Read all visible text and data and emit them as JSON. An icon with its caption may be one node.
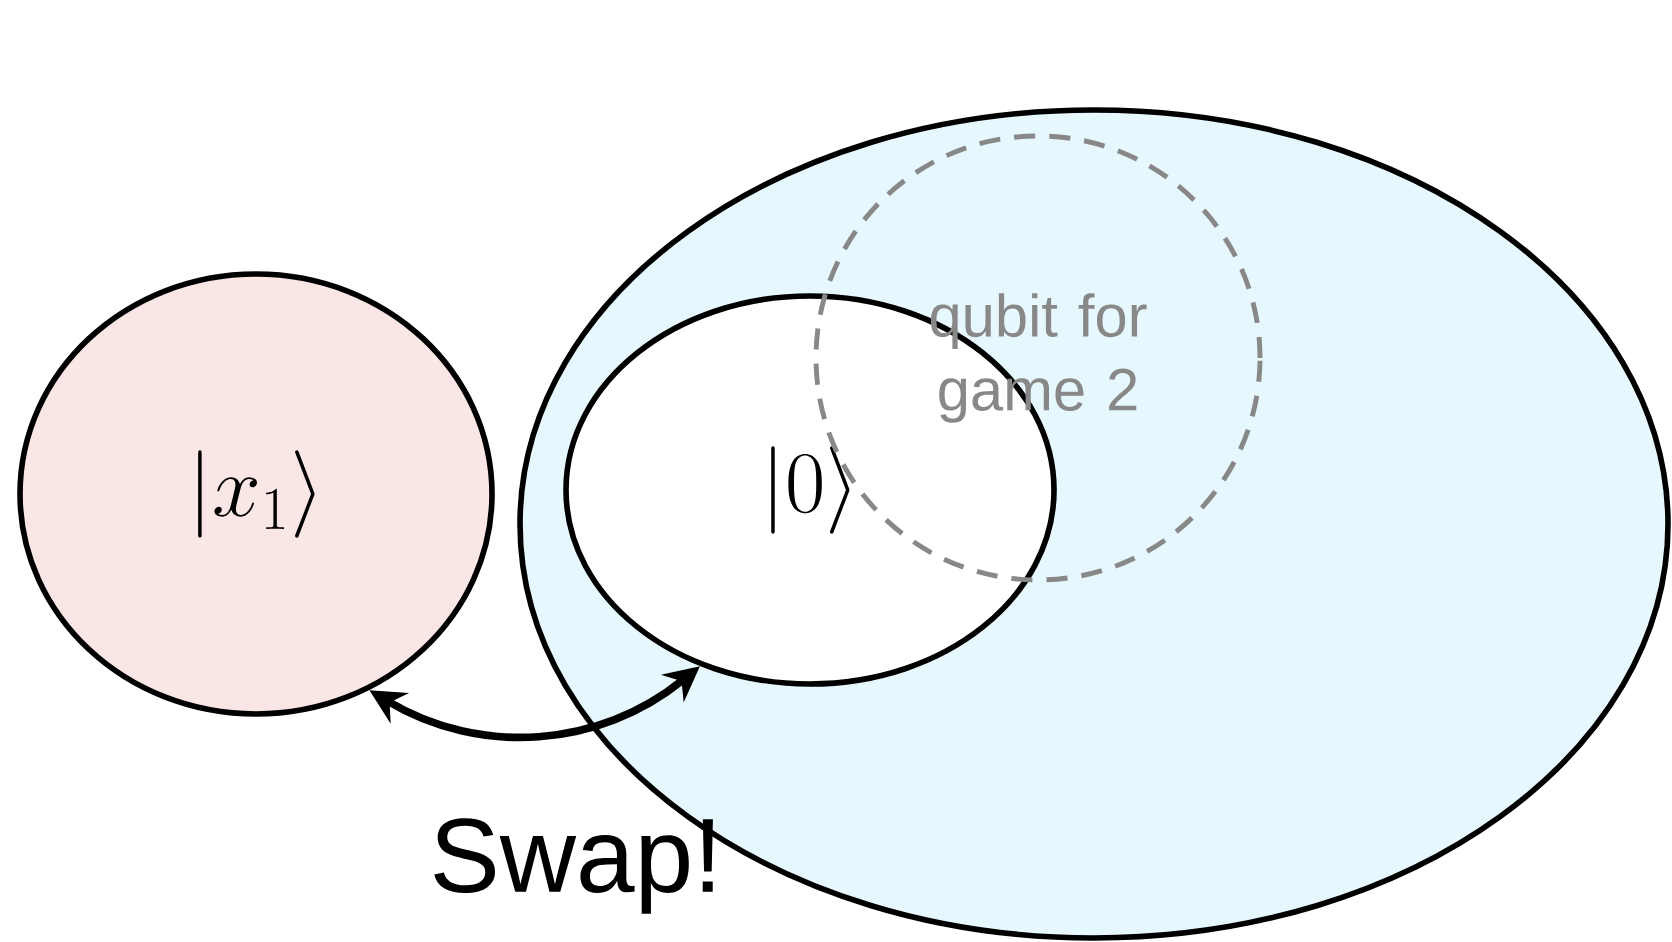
{
  "diagram": {
    "nodes": [
      {
        "text": [
          "|x_1\\rangle"
        ]
      },
      {
        "text": [],
        "shape": "ellipse"
      },
      {
        "text": [
          "|0\\rangle"
        ],
        "in": 1
      },
      {
        "text": [
          "qubit for game 2"
        ],
        "in": 1
      }
    ],
    "edges": [
      {
        "from": 0,
        "to": 2,
        "arrow": "both",
        "label": "Swap!"
      }
    ]
  }
}
